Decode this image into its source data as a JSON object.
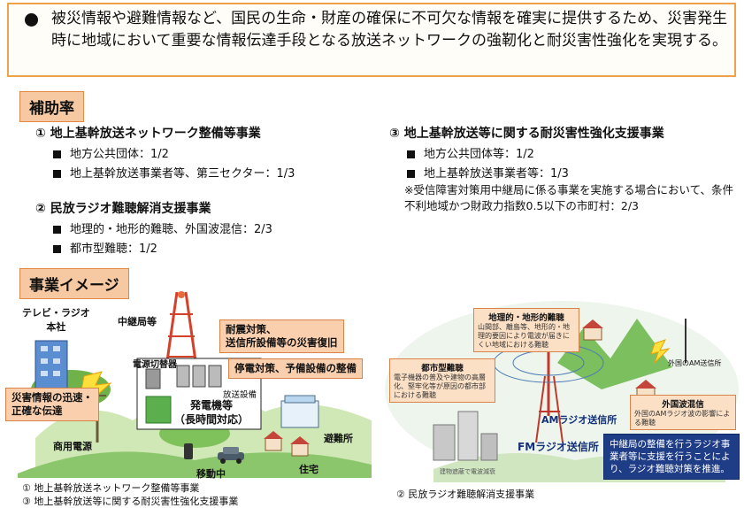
{
  "intro": {
    "text": "被災情報や避難情報など、国民の生命・財産の確保に不可欠な情報を確実に提供するため、災害発生時に地域において重要な情報伝達手段となる放送ネットワークの強靭化と耐災害性強化を実現する。"
  },
  "subsidy": {
    "label": "補助率",
    "item1": {
      "title": "① 地上基幹放送ネットワーク整備等事業",
      "lines": [
        "地方公共団体：1/2",
        "地上基幹放送事業者等、第三セクター：1/3"
      ]
    },
    "item2": {
      "title": "② 民放ラジオ難聴解消支援事業",
      "lines": [
        "地理的・地形的難聴、外国波混信：2/3",
        "都市型難聴：1/2"
      ]
    },
    "item3": {
      "title": "③ 地上基幹放送等に関する耐災害性強化支援事業",
      "lines": [
        "地方公共団体等：1/2",
        "地上基幹放送事業者等：1/3"
      ],
      "note": "※受信障害対策用中継局に係る事業を実施する場合において、条件不利地域かつ財政力指数0.5以下の市町村：2/3"
    }
  },
  "image": {
    "label": "事業イメージ",
    "left": {
      "tv_radio": "テレビ・ラジオ\n本社",
      "relay_station": "中継局等",
      "callout_quake": "耐震対策、\n送信所設備等の災害復旧",
      "callout_power": "停電対策、予備設備の整備",
      "power_switch": "電源切替器",
      "broadcast_equipment": "放送設備",
      "generator": "発電機等\n（長時間対応）",
      "callout_info": "災害情報の迅速・\n正確な伝達",
      "commercial_power": "商用電源",
      "shelter": "避難所",
      "moving": "移動中",
      "housing": "住宅",
      "caption1": "① 地上基幹放送ネットワーク整備等事業",
      "caption3": "③ 地上基幹放送等に関する耐災害性強化支援事業"
    },
    "right": {
      "geo_title": "地理的・地形的難聴",
      "geo_text": "山間部、離島等、地形的・地理的要因により電波が届きにくい地域における難聴",
      "urban_title": "都市型難聴",
      "urban_text": "電子機器の普及や建物の高層化、堅牢化等が原因の都市部における難聴",
      "foreign_title": "外国波混信",
      "foreign_text": "外国のAMラジオ波の影響による難聴",
      "foreign_station": "外国のAM送信所",
      "am_station": "AMラジオ送信所",
      "fm_station": "FMラジオ送信所",
      "fm_small": "建物遮蔽で電波減衰",
      "callout_relay": "中継局の整備を行うラジオ事業者等に支援を行うことにより、ラジオ難聴対策を推進。",
      "caption2": "② 民放ラジオ難聴解消支援事業"
    }
  }
}
